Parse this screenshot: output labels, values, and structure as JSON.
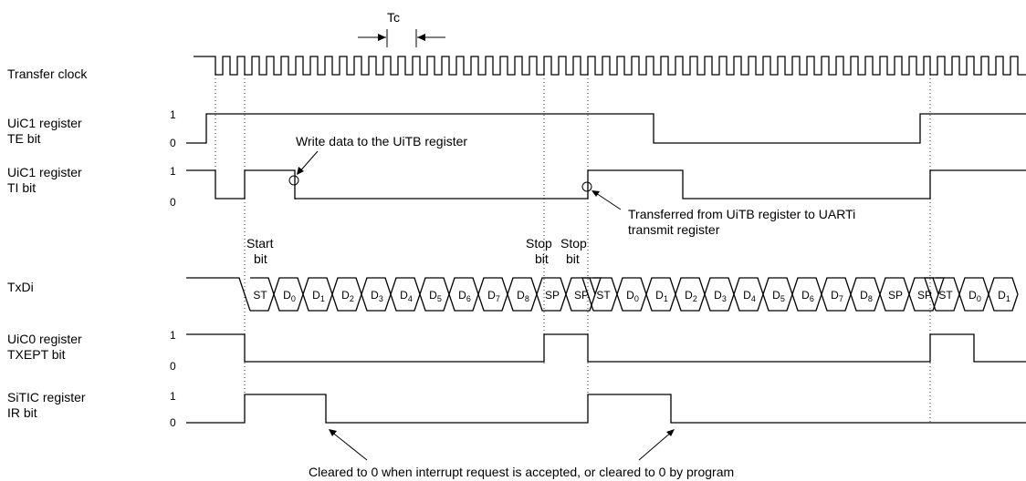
{
  "tc_label": "Tc",
  "signals": [
    {
      "key": "clock",
      "line1": "Transfer clock",
      "line2": ""
    },
    {
      "key": "te",
      "line1": "UiC1 register",
      "line2": "TE bit",
      "level_hi": "1",
      "level_lo": "0"
    },
    {
      "key": "ti",
      "line1": "UiC1 register",
      "line2": "TI bit",
      "level_hi": "1",
      "level_lo": "0"
    },
    {
      "key": "txd",
      "line1": "TxDi",
      "line2": ""
    },
    {
      "key": "txept",
      "line1": "UiC0 register",
      "line2": "TXEPT bit",
      "level_hi": "1",
      "level_lo": "0"
    },
    {
      "key": "ir",
      "line1": "SiTIC register",
      "line2": "IR bit",
      "level_hi": "1",
      "level_lo": "0"
    }
  ],
  "annotations": {
    "write_data": "Write data to the UiTB register",
    "transferred_line1": "Transferred from UiTB register to UARTi",
    "transferred_line2": "transmit register",
    "start_line1": "Start",
    "start_line2": "bit",
    "stop1_line1": "Stop",
    "stop1_line2": "bit",
    "stop2_line1": "Stop",
    "stop2_line2": "bit",
    "cleared": "Cleared to 0 when interrupt request is accepted, or cleared to 0 by program"
  },
  "frames": [
    {
      "cells": [
        "ST",
        "D0",
        "D1",
        "D2",
        "D3",
        "D4",
        "D5",
        "D6",
        "D7",
        "D8",
        "SP",
        "SP"
      ]
    },
    {
      "cells": [
        "ST",
        "D0",
        "D1",
        "D2",
        "D3",
        "D4",
        "D5",
        "D6",
        "D7",
        "D8",
        "SP",
        "SP"
      ]
    },
    {
      "cells": [
        "ST",
        "D0",
        "D1"
      ]
    }
  ]
}
